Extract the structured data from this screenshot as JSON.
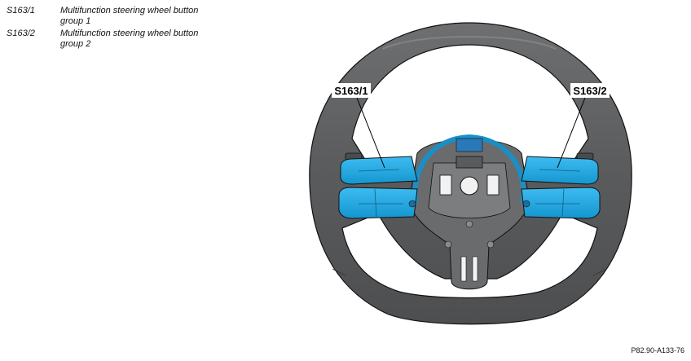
{
  "legend": {
    "items": [
      {
        "code": "S163/1",
        "description": "Multifunction steering wheel button group 1"
      },
      {
        "code": "S163/2",
        "description": "Multifunction steering wheel button group 2"
      }
    ]
  },
  "callouts": {
    "left": "S163/1",
    "right": "S163/2"
  },
  "figure_id": "P82.90-A133-76",
  "colors": {
    "rim": "#5c5d5f",
    "rim_highlight": "#7a7b7d",
    "hub": "#6a6b6d",
    "buttons": "#26a9e0",
    "buttons_dark": "#137fb3",
    "outline": "#111111"
  }
}
